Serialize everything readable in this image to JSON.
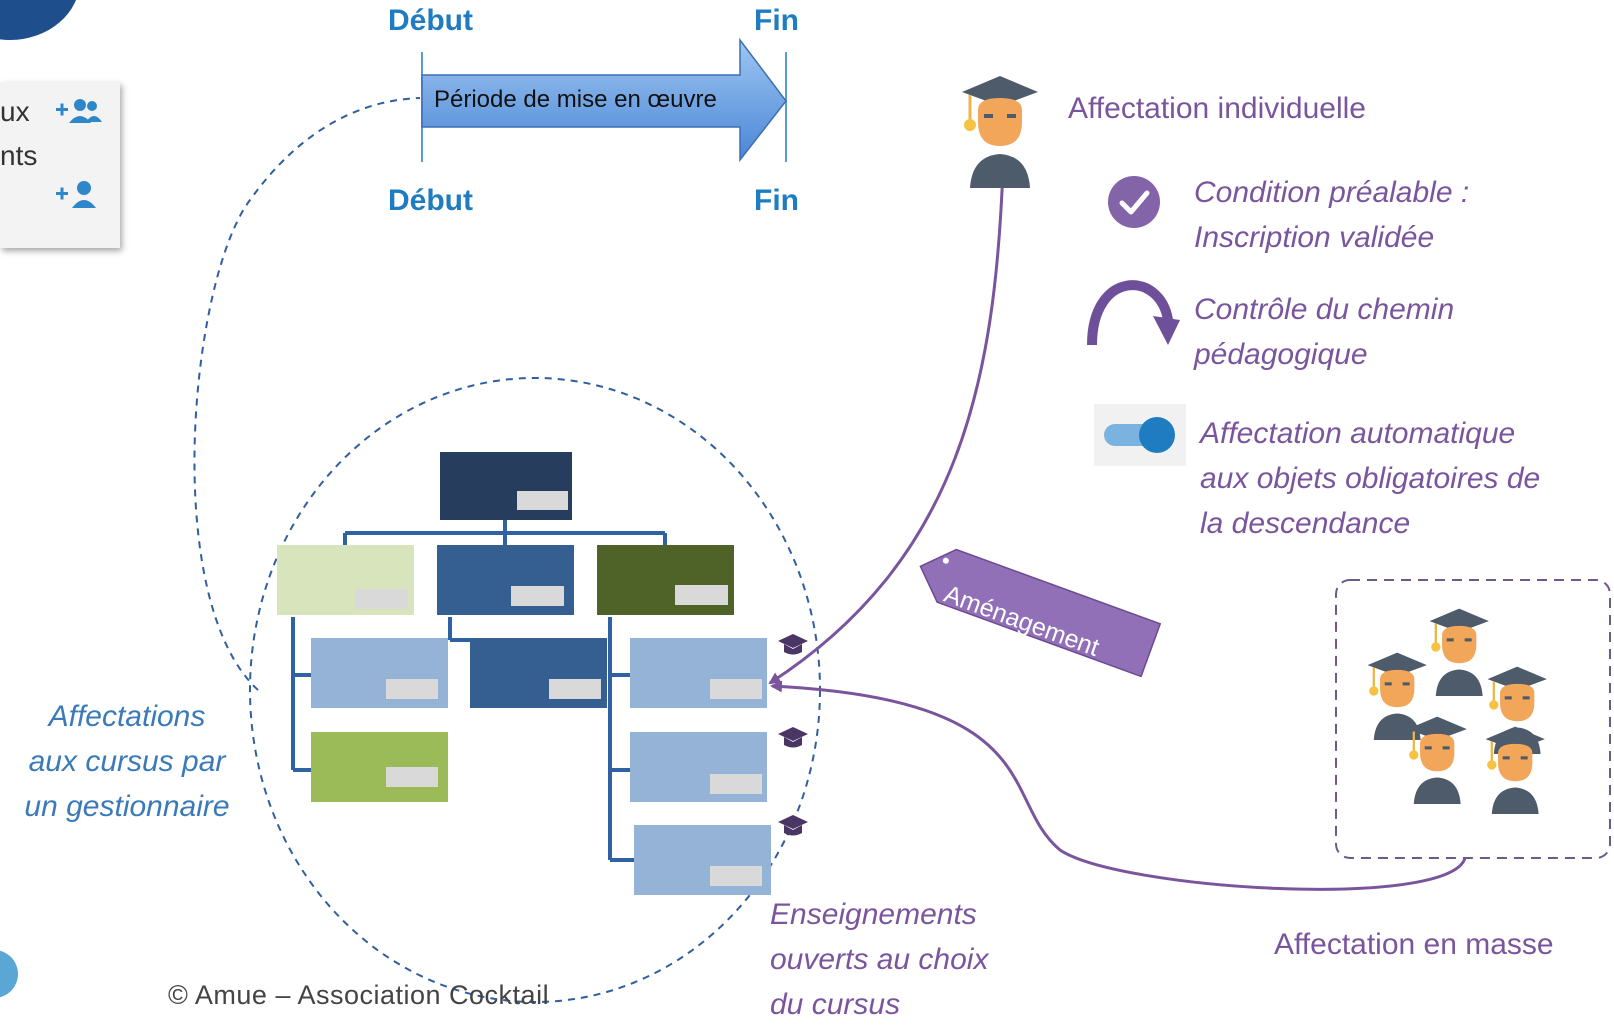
{
  "timeline": {
    "start_top": "Début",
    "end_top": "Fin",
    "start_bottom": "Début",
    "end_bottom": "Fin",
    "arrow_label": "Période de mise en œuvre"
  },
  "card": {
    "line1": "ux",
    "line2": "nts"
  },
  "individual": {
    "title": "Affectation individuelle",
    "condition": [
      "Condition préalable :",
      "Inscription validée"
    ],
    "controle": [
      "Contrôle du chemin",
      "pédagogique"
    ],
    "auto": [
      "Affectation automatique",
      "aux objets obligatoires de",
      "la descendance"
    ]
  },
  "tag_label": "Aménagement",
  "masse_label": "Affectation en masse",
  "gestionnaire": [
    "Affectations",
    "aux cursus par",
    "un gestionnaire"
  ],
  "enseignements": [
    "Enseignements",
    "ouverts au choix",
    "du cursus"
  ],
  "footer": "© Amue – Association Cocktail",
  "icons": [
    "user-plus-group-icon",
    "user-plus-icon",
    "graduate-icon",
    "check-circle-icon",
    "curved-arrow-icon",
    "toggle-icon",
    "graduate-group-icon",
    "mortarboard-icon"
  ],
  "colors": {
    "accent_blue": "#1f7cc0",
    "purple": "#7a559d",
    "navy": "#263d5e",
    "mid_blue": "#365f91",
    "light_blue": "#95b3d7",
    "dark_green": "#4f6228",
    "green": "#9bbb59",
    "pale_green": "#d7e4bc"
  }
}
